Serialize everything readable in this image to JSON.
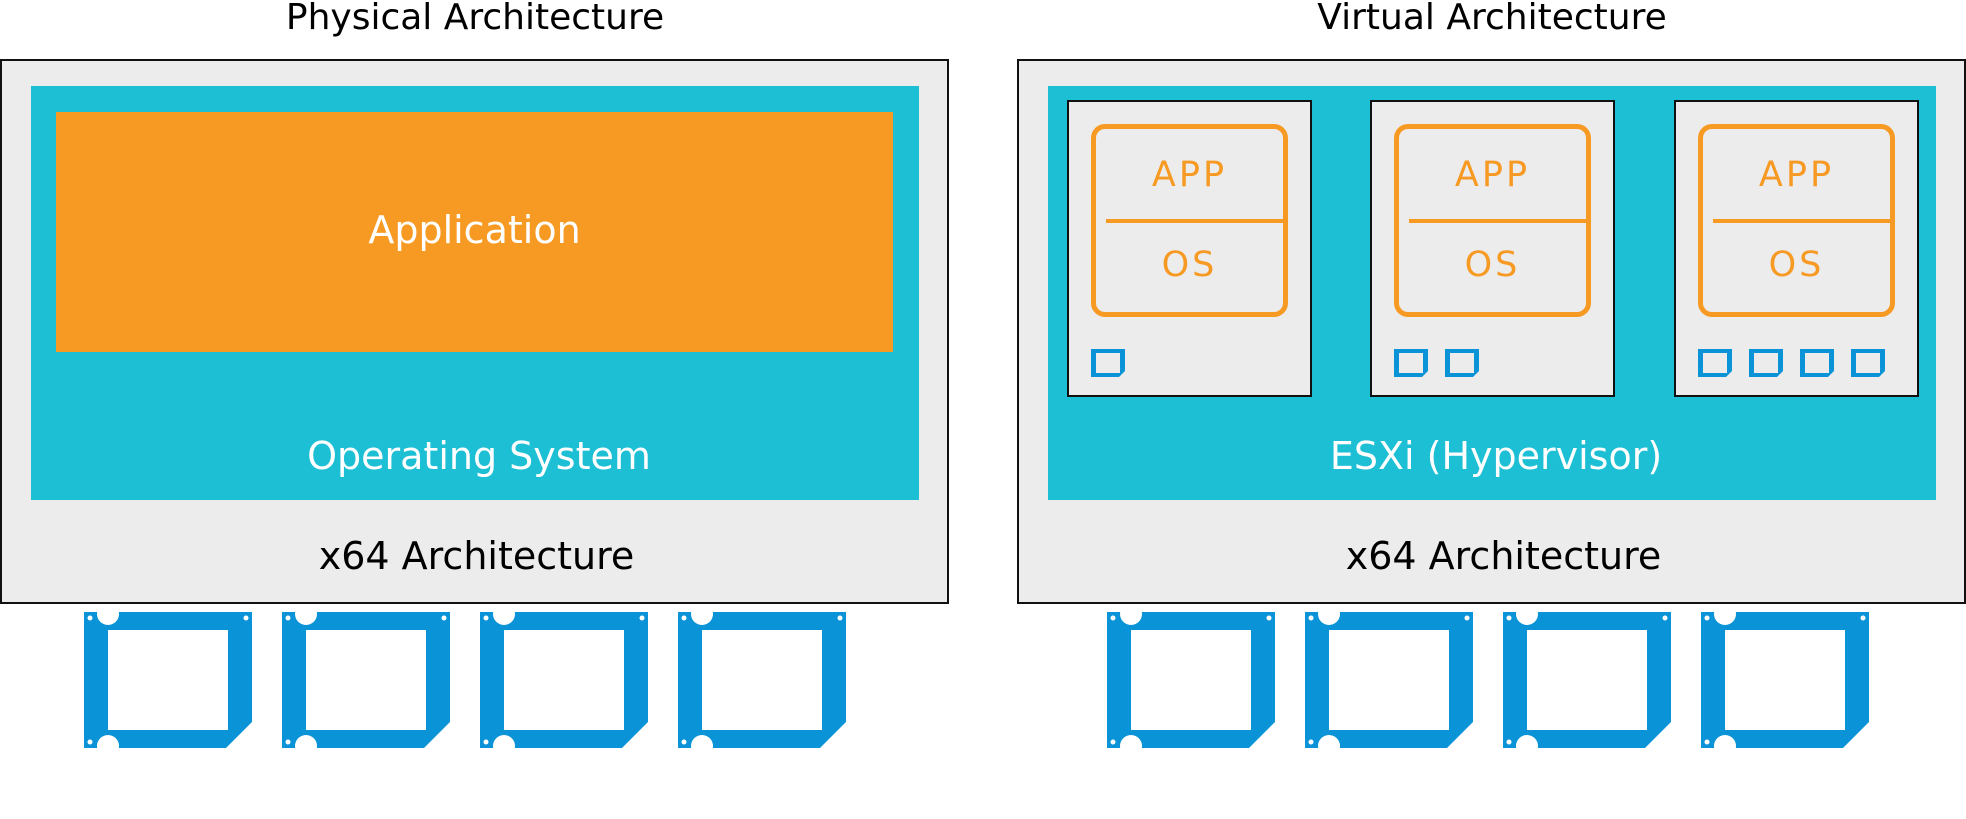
{
  "physical": {
    "title": "Physical Architecture",
    "application_label": "Application",
    "os_label": "Operating System",
    "hardware_label": "x64 Architecture",
    "cpu_icons": [
      "cpu-icon",
      "cpu-icon",
      "cpu-icon",
      "cpu-icon"
    ]
  },
  "virtual": {
    "title": "Virtual Architecture",
    "hypervisor_label": "ESXi (Hypervisor)",
    "hardware_label": "x64 Architecture",
    "vms": [
      {
        "app_label": "APP",
        "os_label": "OS",
        "vcpu_count": 1
      },
      {
        "app_label": "APP",
        "os_label": "OS",
        "vcpu_count": 2
      },
      {
        "app_label": "APP",
        "os_label": "OS",
        "vcpu_count": 4
      }
    ],
    "cpu_icons": [
      "cpu-icon",
      "cpu-icon",
      "cpu-icon",
      "cpu-icon"
    ]
  },
  "colors": {
    "teal": "#1cbfd4",
    "orange": "#f79a24",
    "panel_gray": "#ececec",
    "cpu_blue": "#0a93d6"
  }
}
